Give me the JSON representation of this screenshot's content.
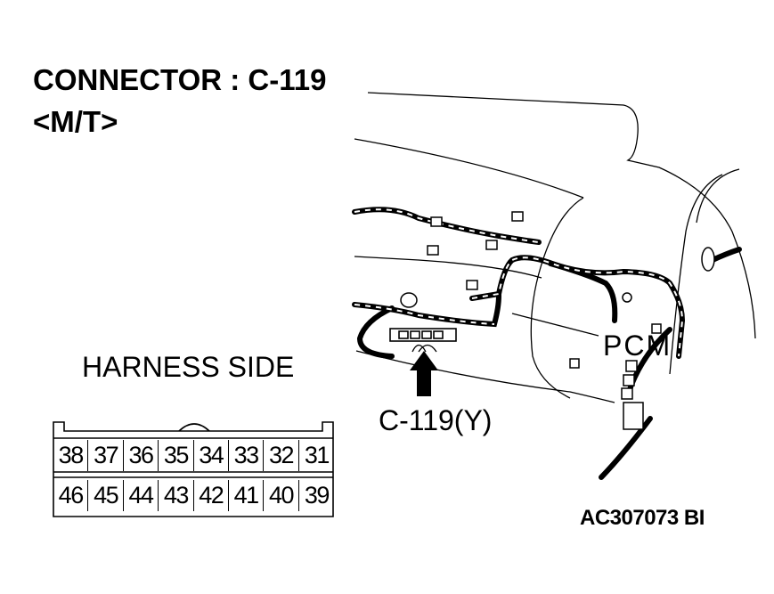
{
  "title": {
    "connector": "CONNECTOR : C-119",
    "variant": "<M/T>"
  },
  "labels": {
    "harness_side": "HARNESS SIDE",
    "connector_callout": "C-119(Y)",
    "pcm": "PCM",
    "figure_code": "AC307073 BI"
  },
  "pinout": {
    "top_row": [
      "38",
      "37",
      "36",
      "35",
      "34",
      "33",
      "32",
      "31"
    ],
    "bottom_row": [
      "46",
      "45",
      "44",
      "43",
      "42",
      "41",
      "40",
      "39"
    ]
  }
}
